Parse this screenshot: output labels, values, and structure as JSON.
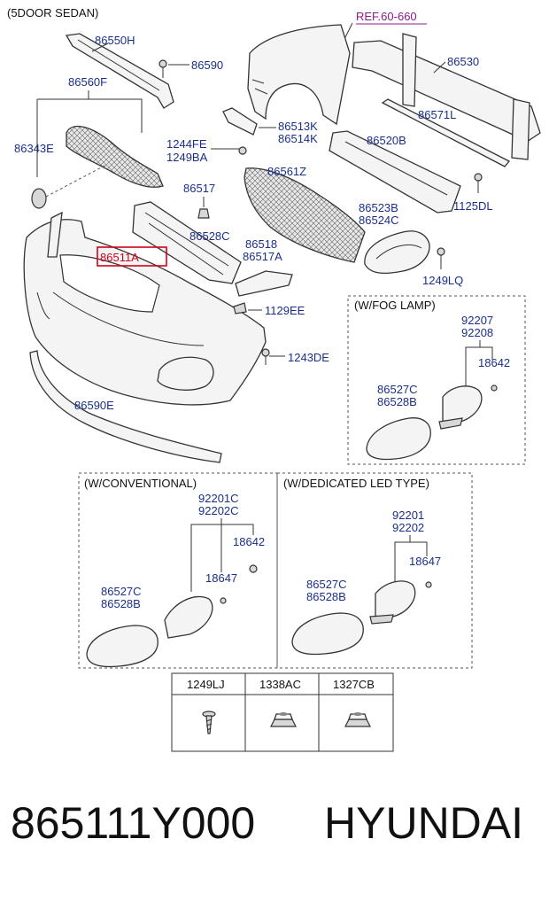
{
  "header": {
    "title": "(5DOOR SEDAN)",
    "ref": "REF.60-660"
  },
  "labels": {
    "p86550H": "86550H",
    "p86590": "86590",
    "p86560F": "86560F",
    "p86343E": "86343E",
    "p86530": "86530",
    "p86571L": "86571L",
    "p86513K": "86513K",
    "p86514K": "86514K",
    "p1244FE": "1244FE",
    "p1249BA": "1249BA",
    "p86520B": "86520B",
    "p86517": "86517",
    "p86561Z": "86561Z",
    "p1125DL": "1125DL",
    "p86523B": "86523B",
    "p86524C": "86524C",
    "p86528C": "86528C",
    "p86518": "86518",
    "p86517A": "86517A",
    "p86511A": "86511A",
    "p1249LQ": "1249LQ",
    "p1129EE": "1129EE",
    "p1243DE": "1243DE",
    "p86590E": "86590E"
  },
  "fog_lamp": {
    "title": "(W/FOG LAMP)",
    "l1": "92207",
    "l2": "92208",
    "l3": "18642",
    "l4": "86527C",
    "l5": "86528B"
  },
  "conventional": {
    "title": "(W/CONVENTIONAL)",
    "l1": "92201C",
    "l2": "92202C",
    "l3": "18642",
    "l4": "18647",
    "l5": "86527C",
    "l6": "86528B"
  },
  "led": {
    "title": "(W/DEDICATED LED TYPE)",
    "l1": "92201",
    "l2": "92202",
    "l3": "18647",
    "l4": "86527C",
    "l5": "86528B"
  },
  "fasteners": {
    "col1": "1249LJ",
    "col2": "1338AC",
    "col3": "1327CB"
  },
  "caption": {
    "part_number": "865111Y000",
    "brand": "HYUNDAI"
  },
  "colors": {
    "label": "#1a2f8a",
    "highlight": "#d0021b",
    "ref": "#8b1a8b"
  }
}
